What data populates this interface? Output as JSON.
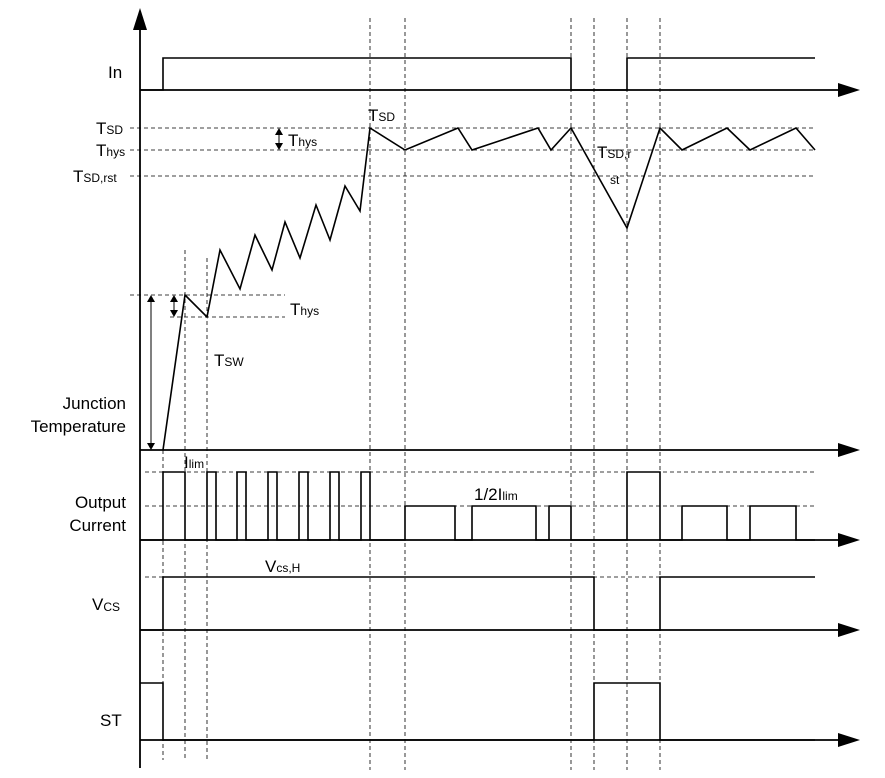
{
  "signals": {
    "in": "In",
    "junction_line1": "Junction",
    "junction_line2": "Temperature",
    "output_line1": "Output",
    "output_line2": "Current",
    "vcs_main": "V",
    "vcs_sub": "CS",
    "st": "ST"
  },
  "levels": {
    "tsd_main": "T",
    "tsd_sub": "SD",
    "thys_main": "T",
    "thys_sub": "hys",
    "tsdrst_main": "T",
    "tsdrst_sub": "SD,rst"
  },
  "annotations": {
    "thys_upper_main": "T",
    "thys_upper_sub": "hys",
    "tsd_peak_main": "T",
    "tsd_peak_sub": "SD",
    "tsdr_main": "T",
    "tsdr_sub": "SD,r",
    "tsdr_wrap": "st",
    "thys_lower_main": "T",
    "thys_lower_sub": "hys",
    "tsw_main": "T",
    "tsw_sub": "SW",
    "ilim_main": "I",
    "ilim_sub": "lim",
    "half_main": "1/2I",
    "half_sub": "lim",
    "vcsh_main": "V",
    "vcsh_sub": "cs,H"
  }
}
